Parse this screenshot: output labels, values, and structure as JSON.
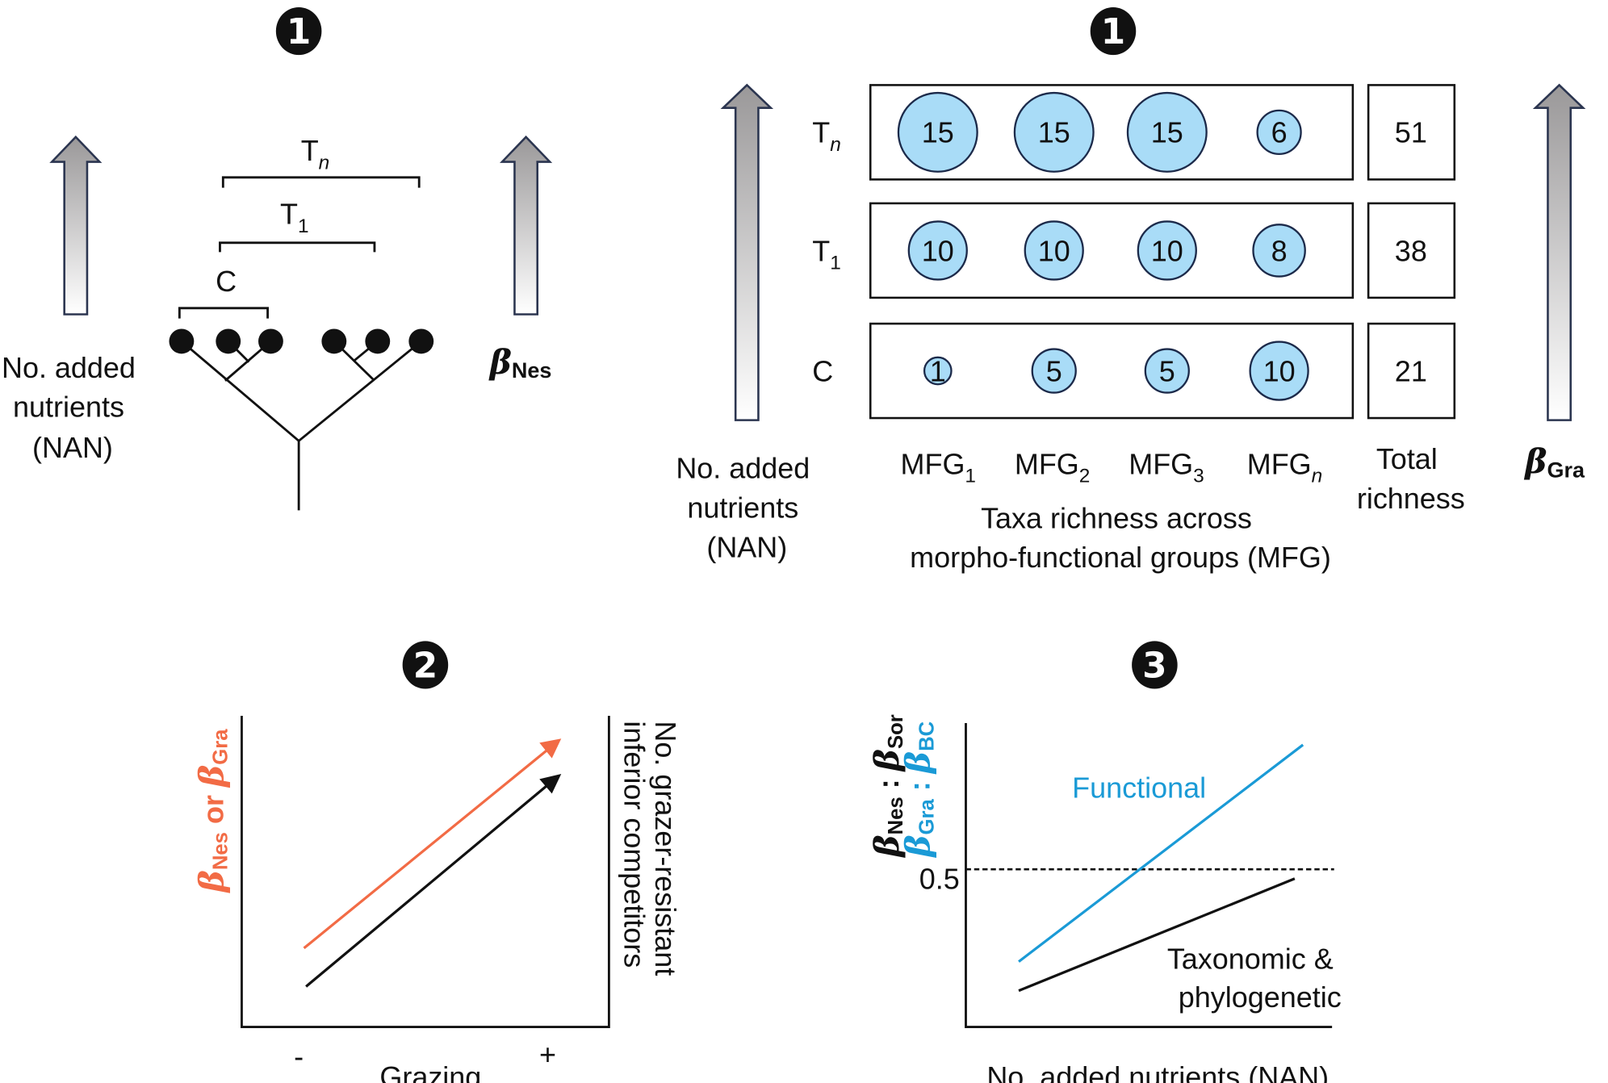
{
  "colors": {
    "orange": "#f26b45",
    "blue": "#1a9ad6",
    "circle_fill": "#a9dcf7"
  },
  "panel1_left": {
    "badge": "1",
    "nan_label": [
      "No. added",
      "nutrients",
      "(NAN)"
    ],
    "bracket_tn": {
      "main": "T",
      "sub": "n"
    },
    "bracket_t1": {
      "main": "T",
      "sub": "1"
    },
    "bracket_c": "C",
    "beta_label": {
      "main": "β",
      "sub": "Nes"
    }
  },
  "panel1_right": {
    "badge": "1",
    "nan_label": [
      "No. added",
      "nutrients",
      "(NAN)"
    ],
    "rows": [
      {
        "label": "T",
        "sub": "n",
        "values": [
          15,
          15,
          15,
          6
        ],
        "total": "51"
      },
      {
        "label": "T",
        "sub": "1",
        "values": [
          10,
          10,
          10,
          8
        ],
        "total": "38"
      },
      {
        "label": "C",
        "sub": "",
        "values": [
          1,
          5,
          5,
          10
        ],
        "total": "21"
      }
    ],
    "columns": [
      {
        "main": "MFG",
        "sub": "1"
      },
      {
        "main": "MFG",
        "sub": "2"
      },
      {
        "main": "MFG",
        "sub": "3"
      },
      {
        "main": "MFG",
        "sub": "n"
      }
    ],
    "total_label": [
      "Total",
      "richness"
    ],
    "axis_label": [
      "Taxa richness across",
      "morpho-functional groups (MFG)"
    ],
    "beta_label": {
      "main": "β",
      "sub": "Gra"
    }
  },
  "panel2": {
    "badge": "2",
    "ylabel": {
      "b1": "β",
      "s1": "Nes",
      "or": " or ",
      "b2": "β",
      "s2": "Gra"
    },
    "right_label": [
      "No. grazer-resistant",
      "inferior competitors"
    ],
    "x_minus": "-",
    "x_plus": "+",
    "xlabel": "Grazing"
  },
  "panel3": {
    "badge": "3",
    "ylabel_black": {
      "b1": "β",
      "s1": "Nes",
      "sep": " : ",
      "b2": "β",
      "s2": "Sor"
    },
    "ylabel_blue": {
      "b1": "β",
      "s1": "Gra",
      "sep": " : ",
      "b2": "β",
      "s2": "BC"
    },
    "tick": "0.5",
    "functional": "Functional",
    "taxonomic": [
      "Taxonomic &",
      "phylogenetic"
    ],
    "xlabel": "No. added nutrients (NAN)"
  }
}
